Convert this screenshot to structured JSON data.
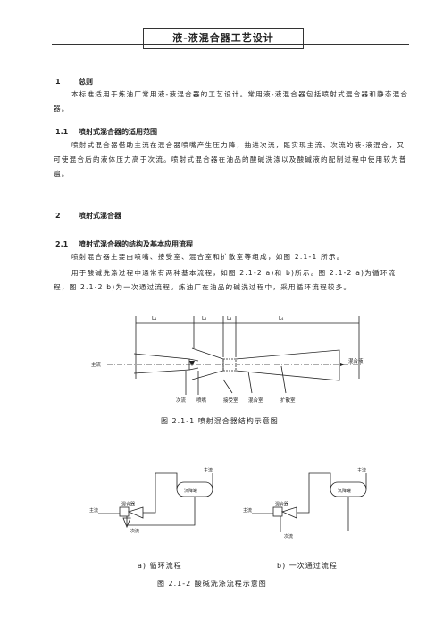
{
  "document": {
    "title": "液-液混合器工艺设计",
    "sections": [
      {
        "num": "1",
        "title": "总则"
      },
      {
        "num": "1.1",
        "title": "喷射式混合器的适用范围"
      },
      {
        "num": "2",
        "title": "喷射式混合器"
      },
      {
        "num": "2.1",
        "title": "喷射式混合器的结构及基本应用流程"
      }
    ],
    "paragraphs": [
      "本标准适用于炼油厂常用液-液混合器的工艺设计。常用液-液混合器包括喷射式混合器和静态混合器。",
      "喷射式混合器借助主流在混合器喷嘴产生压力降，抽进次流，既实现主流、次流的液-液混合，又可使混合后的液体压力高于次流。喷射式混合器在油品的酸碱洗涤以及酸碱液的配制过程中使用较为普遍。",
      "喷射混合器主要由喷嘴、接受室、混合室和扩散室等组成，如图 2.1-1 所示。",
      "用于酸碱洗涤过程中通常有两种基本流程，如图 2.1-2 a)和 b)所示。图 2.1-2 a)为循环流程，图 2.1-2 b)为一次通过流程。炼油厂在油品的碱洗过程中，采用循环流程较多。"
    ]
  },
  "figure1": {
    "caption": "图 2.1-1   喷射混合器结构示意图",
    "dims": [
      "L₁",
      "L₂",
      "L₃",
      "L₄"
    ],
    "labels": {
      "main_flow": "主流",
      "mixed_flow": "混合液",
      "secondary": "次流",
      "nozzle": "喷嘴",
      "receiver": "接受室",
      "mixing": "混合室",
      "diffuser": "扩散室"
    }
  },
  "figure2": {
    "caption": "图 2.1-2   酸碱洗涤流程示意图",
    "sub_a": "a)   循环流程",
    "sub_b": "b)   一次通过流程",
    "labels": {
      "main_flow": "主流",
      "mixer": "混合器",
      "secondary": "次流",
      "settler": "沉降罐",
      "outflow": "主流"
    }
  }
}
